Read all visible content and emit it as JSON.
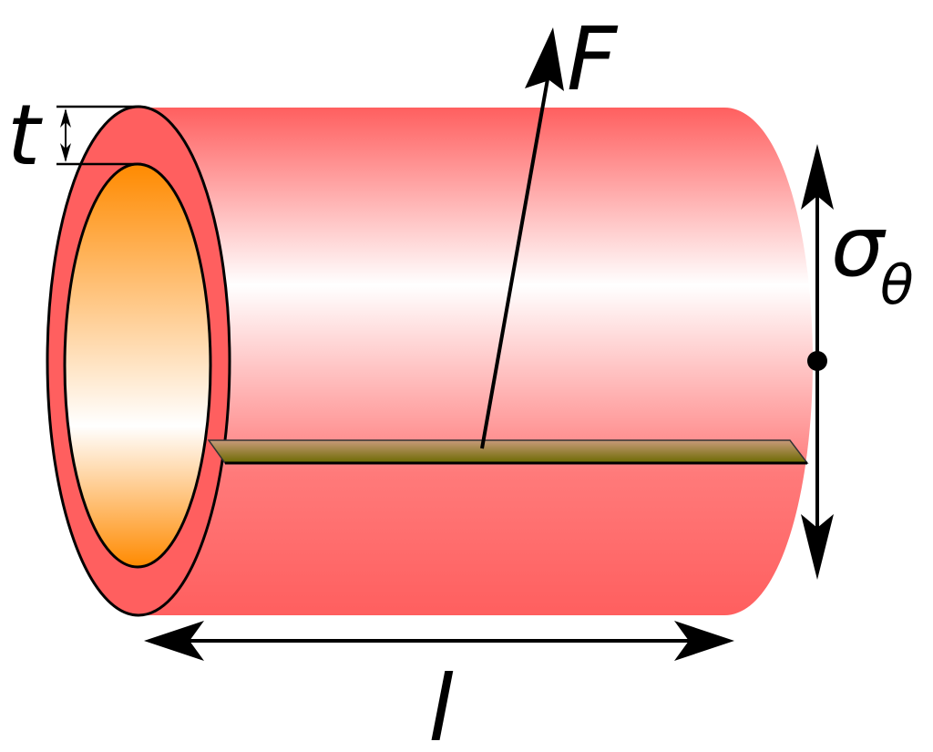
{
  "labels": {
    "thickness": "t",
    "force": "F",
    "stress_symbol": "σ",
    "stress_subscript": "θ",
    "length": "l"
  },
  "colors": {
    "shell": "#ff5f5f",
    "shell_highlight": "#ffffff",
    "bore": "#ff8a00",
    "cut_plane": "#6b6a00",
    "outline": "#000000"
  }
}
